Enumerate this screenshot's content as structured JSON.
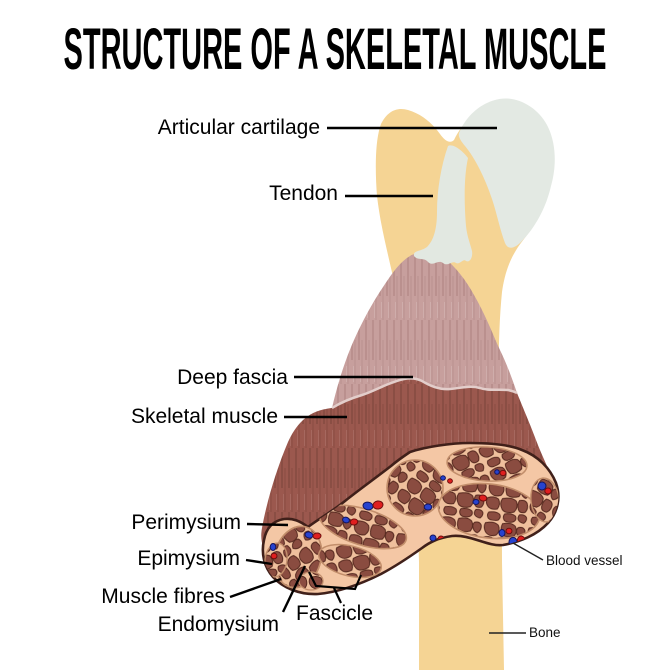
{
  "title": "STRUCTURE OF A SKELETAL MUSCLE",
  "labels": {
    "articular_cartilage": "Articular cartilage",
    "tendon": "Tendon",
    "deep_fascia": "Deep fascia",
    "skeletal_muscle": "Skeletal muscle",
    "perimysium": "Perimysium",
    "epimysium": "Epimysium",
    "muscle_fibres": "Muscle fibres",
    "endomysium": "Endomysium",
    "fascicle": "Fascicle",
    "blood_vessel": "Blood vessel",
    "bone": "Bone"
  },
  "colors": {
    "bone": "#f5d494",
    "cartilage": "#e3e9e3",
    "tendon": "#e2e8e1",
    "fascia": "#c79f9d",
    "muscle": "#9b584e",
    "section_fill": "#f4c7a5",
    "section_outline": "#40201a",
    "fascicle_fill": "#efc09d",
    "fascicle_edge": "#c28e6b",
    "fibre": "#8a4c40",
    "fibre_edge": "#56291f",
    "vessel_red": "#e01f1f",
    "vessel_blue": "#2743cf",
    "leader": "#000000",
    "highlight": "#e3cecb"
  }
}
